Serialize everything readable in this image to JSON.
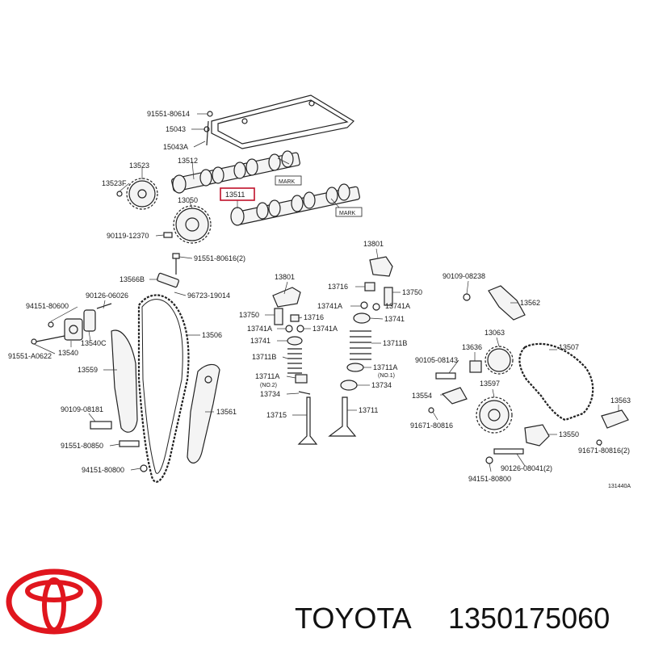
{
  "parts": [
    {
      "id": "p1",
      "label": "91551-80614"
    },
    {
      "id": "p2",
      "label": "15043"
    },
    {
      "id": "p3",
      "label": "15043A"
    },
    {
      "id": "p4",
      "label": "13512"
    },
    {
      "id": "p5",
      "label": "13523"
    },
    {
      "id": "p6",
      "label": "13523F"
    },
    {
      "id": "p7",
      "label": "13050"
    },
    {
      "id": "p8",
      "label": "90119-12370"
    },
    {
      "id": "p9",
      "label": "13511"
    },
    {
      "id": "p10",
      "label": "MARK"
    },
    {
      "id": "p11",
      "label": "MARK"
    },
    {
      "id": "p12",
      "label": "91551-80616(2)"
    },
    {
      "id": "p13",
      "label": "13566B"
    },
    {
      "id": "p14",
      "label": "96723-19014"
    },
    {
      "id": "p15",
      "label": "90126-06026"
    },
    {
      "id": "p16",
      "label": "94151-80600"
    },
    {
      "id": "p17",
      "label": "13540C"
    },
    {
      "id": "p18",
      "label": "91551-A0622"
    },
    {
      "id": "p19",
      "label": "13540"
    },
    {
      "id": "p20",
      "label": "13506"
    },
    {
      "id": "p21",
      "label": "13559"
    },
    {
      "id": "p22",
      "label": "90109-08181"
    },
    {
      "id": "p23",
      "label": "91551-80850"
    },
    {
      "id": "p24",
      "label": "94151-80800"
    },
    {
      "id": "p25",
      "label": "13561"
    },
    {
      "id": "p26",
      "label": "13801"
    },
    {
      "id": "p27",
      "label": "13750"
    },
    {
      "id": "p28",
      "label": "13716"
    },
    {
      "id": "p29",
      "label": "13741A"
    },
    {
      "id": "p30",
      "label": "13741A"
    },
    {
      "id": "p31",
      "label": "13741"
    },
    {
      "id": "p32",
      "label": "13711B"
    },
    {
      "id": "p33",
      "label": "13711A"
    },
    {
      "id": "p34",
      "label": "(NO.2)"
    },
    {
      "id": "p35",
      "label": "13734"
    },
    {
      "id": "p36",
      "label": "13715"
    },
    {
      "id": "p37",
      "label": "13801"
    },
    {
      "id": "p38",
      "label": "13716"
    },
    {
      "id": "p39",
      "label": "13750"
    },
    {
      "id": "p40",
      "label": "13741A"
    },
    {
      "id": "p41",
      "label": "13741A"
    },
    {
      "id": "p42",
      "label": "13741"
    },
    {
      "id": "p43",
      "label": "13711B"
    },
    {
      "id": "p44",
      "label": "13711A"
    },
    {
      "id": "p45",
      "label": "(NO.1)"
    },
    {
      "id": "p46",
      "label": "13734"
    },
    {
      "id": "p47",
      "label": "13711"
    },
    {
      "id": "p48",
      "label": "90109-08238"
    },
    {
      "id": "p49",
      "label": "13562"
    },
    {
      "id": "p50",
      "label": "13063"
    },
    {
      "id": "p51",
      "label": "13636"
    },
    {
      "id": "p52",
      "label": "90105-08143"
    },
    {
      "id": "p53",
      "label": "13507"
    },
    {
      "id": "p54",
      "label": "13597"
    },
    {
      "id": "p55",
      "label": "13554"
    },
    {
      "id": "p56",
      "label": "91671-80816"
    },
    {
      "id": "p57",
      "label": "13563"
    },
    {
      "id": "p58",
      "label": "13550"
    },
    {
      "id": "p59",
      "label": "91671-80816(2)"
    },
    {
      "id": "p60",
      "label": "90126-08041(2)"
    },
    {
      "id": "p61",
      "label": "94151-80800"
    },
    {
      "id": "p62",
      "label": "131440A"
    }
  ],
  "brand": {
    "name": "TOYOTA",
    "part_number": "1350175060",
    "logo_color": "#e0161e"
  },
  "colors": {
    "highlight_box": "#c0102a",
    "line": "#222222"
  }
}
